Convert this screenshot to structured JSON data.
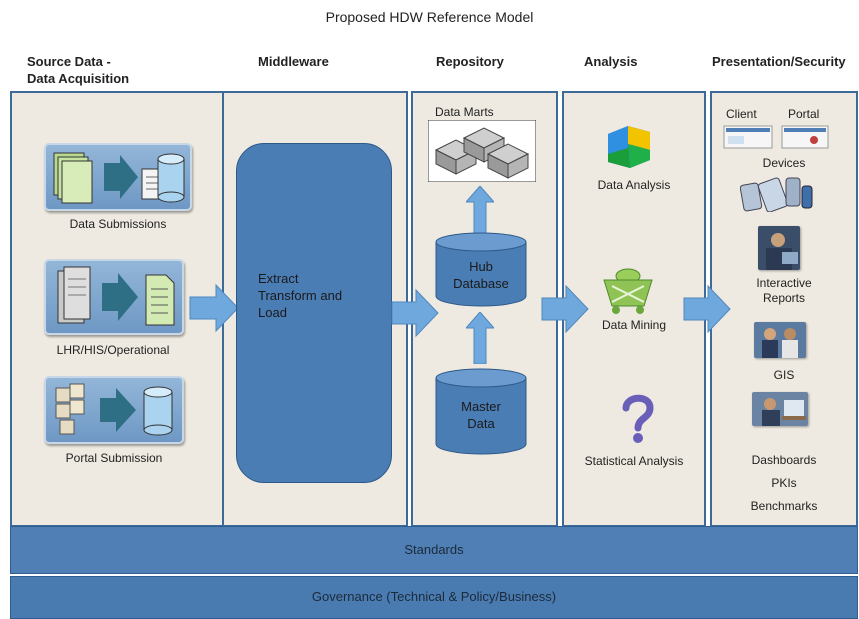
{
  "title": "Proposed HDW Reference Model",
  "columns": {
    "source": "Source Data -\nData Acquisition",
    "middleware": "Middleware",
    "repository": "Repository",
    "analysis": "Analysis",
    "presentation": "Presentation/Security"
  },
  "source_items": [
    "Data Submissions",
    "LHR/HIS/Operational",
    "Portal Submission"
  ],
  "middleware_label": "Extract\nTransform and\nLoad",
  "repository": {
    "data_marts": "Data Marts",
    "hub": "Hub\nDatabase",
    "master": "Master\nData"
  },
  "analysis_items": [
    "Data Analysis",
    "Data Mining",
    "Statistical Analysis"
  ],
  "presentation": {
    "client": "Client",
    "portal": "Portal",
    "devices": "Devices",
    "interactive": "Interactive\nReports",
    "gis": "GIS",
    "dashboards": "Dashboards",
    "pkis": "PKIs",
    "benchmarks": "Benchmarks"
  },
  "bands": {
    "standards": "Standards",
    "governance": "Governance (Technical & Policy/Business)"
  },
  "colors": {
    "panel": "#eeeae1",
    "band": "#4f7fb4",
    "border": "#3d6a99",
    "arrow": "#5b9bd5"
  }
}
